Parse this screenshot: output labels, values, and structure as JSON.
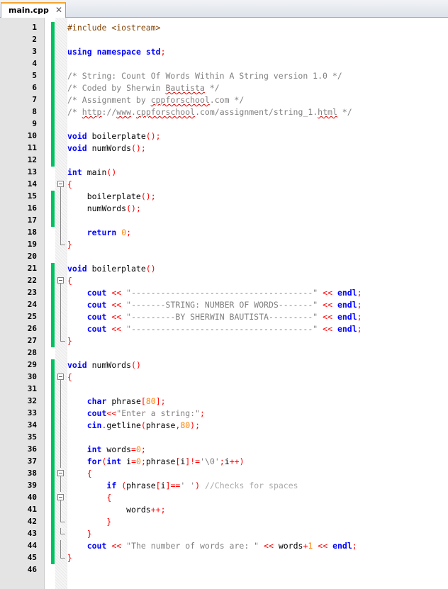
{
  "tab": {
    "label": "main.cpp",
    "close": "✕"
  },
  "editor": {
    "lines": [
      "#include <iostream>",
      "",
      "using namespace std;",
      "",
      "/* String: Count Of Words Within A String version 1.0 */",
      "/* Coded by Sherwin Bautista */",
      "/* Assignment by cppforschool.com */",
      "/* http://www.cppforschool.com/assignment/string_1.html */",
      "",
      "void boilerplate();",
      "void numWords();",
      "",
      "int main()",
      "{",
      "    boilerplate();",
      "    numWords();",
      "",
      "    return 0;",
      "}",
      "",
      "void boilerplate()",
      "{",
      "    cout << \"-------------------------------------\" << endl;",
      "    cout << \"-------STRING: NUMBER OF WORDS-------\" << endl;",
      "    cout << \"---------BY SHERWIN BAUTISTA---------\" << endl;",
      "    cout << \"-------------------------------------\" << endl;",
      "}",
      "",
      "void numWords()",
      "{",
      "",
      "    char phrase[80];",
      "    cout<<\"Enter a string:\";",
      "    cin.getline(phrase,80);",
      "",
      "    int words=0;",
      "    for(int i=0;phrase[i]!='\\0';i++)",
      "    {",
      "        if (phrase[i]==' ') //Checks for spaces",
      "        {",
      "            words++;",
      "        }",
      "    }",
      "    cout << \"The number of words are: \" << words+1 << endl;",
      "}",
      ""
    ]
  },
  "colors": {
    "change_bar": "#00c060",
    "keyword": "#0000ff",
    "operator": "#ff0000",
    "number": "#ff8000",
    "comment": "#808080",
    "string": "#808080",
    "tab_accent": "#f7a531"
  }
}
